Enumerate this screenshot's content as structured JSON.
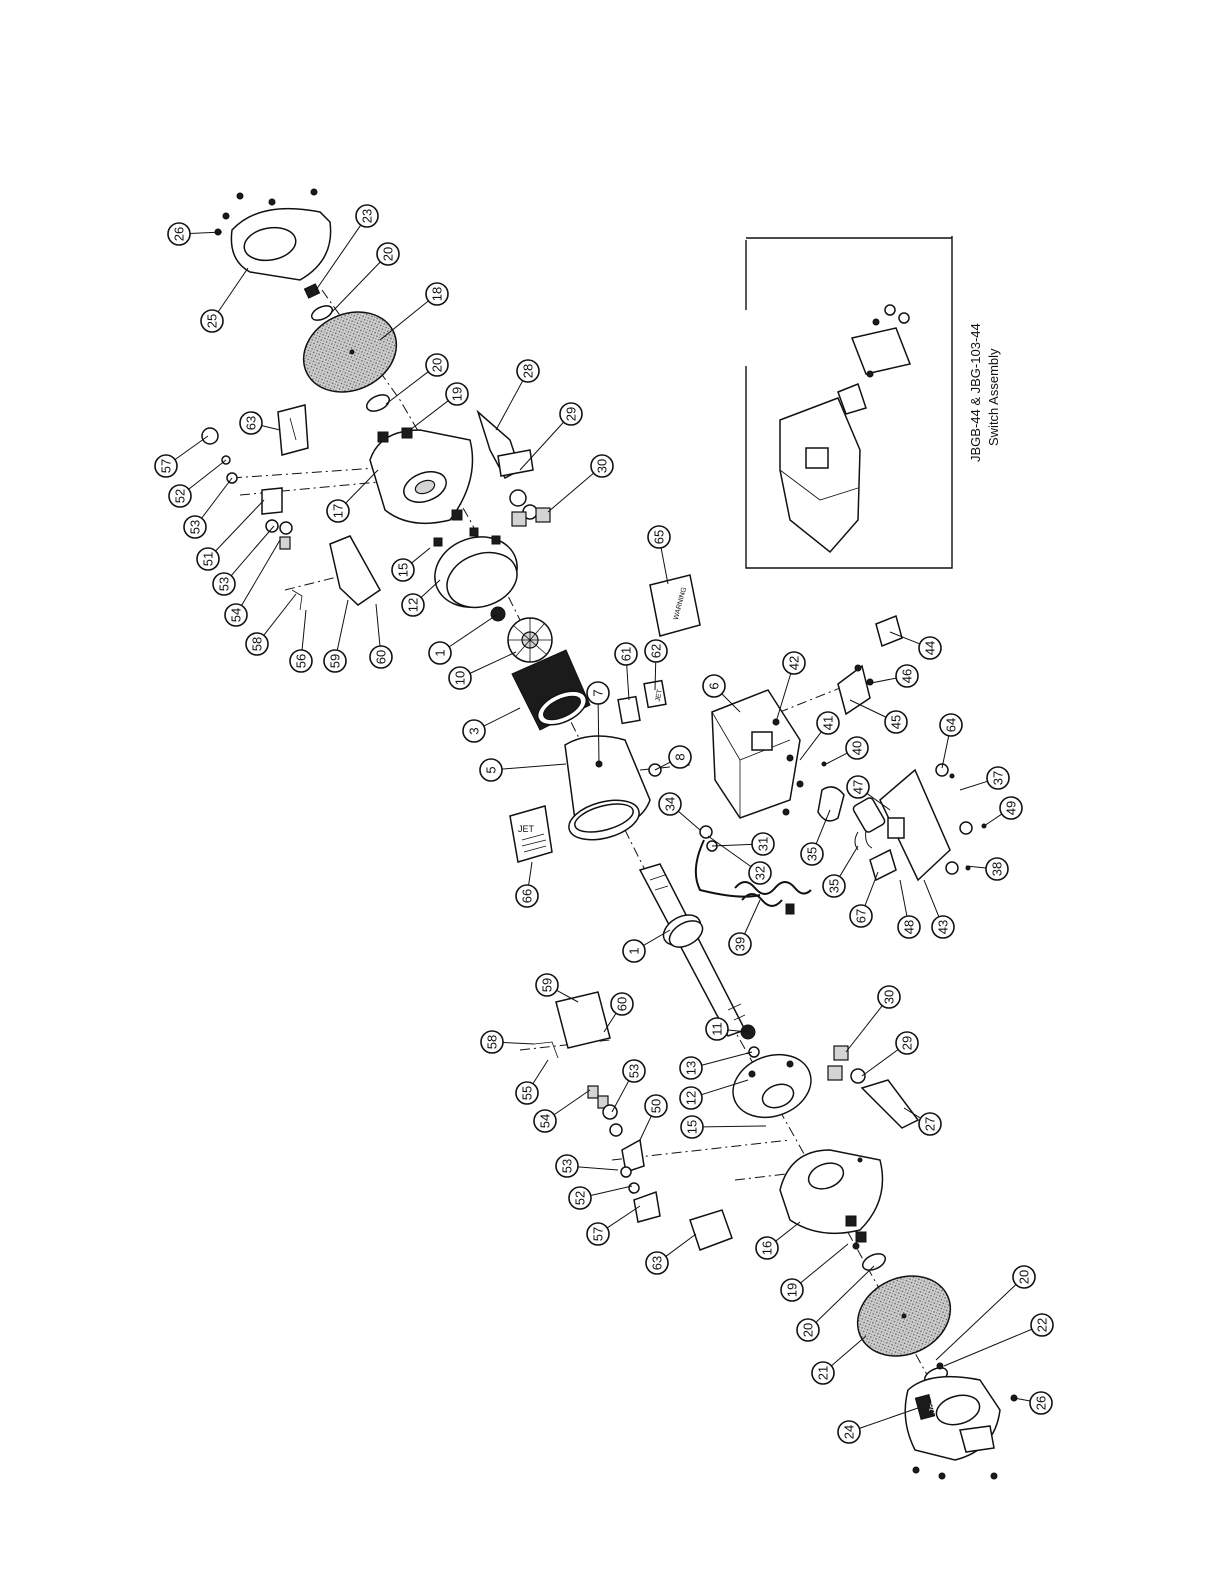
{
  "inset": {
    "caption_line1": "JBGB-44  &  JBG-103-44",
    "caption_line2": "Switch Assembly",
    "labels": [
      {
        "id": "44",
        "text": "44"
      },
      {
        "id": "45",
        "text": "45"
      },
      {
        "id": "46",
        "text": "46"
      },
      {
        "id": "6",
        "text": "6"
      }
    ]
  },
  "callouts": [
    "26",
    "25",
    "23",
    "20",
    "18",
    "20",
    "19",
    "28",
    "29",
    "30",
    "57",
    "63",
    "52",
    "53",
    "17",
    "51",
    "53",
    "15",
    "54",
    "12",
    "58",
    "56",
    "59",
    "60",
    "1",
    "10",
    "3",
    "5",
    "7",
    "6",
    "61",
    "62",
    "65",
    "42",
    "41",
    "40",
    "8",
    "66",
    "34",
    "31",
    "32",
    "1",
    "39",
    "35",
    "35",
    "67",
    "47",
    "64",
    "37",
    "49",
    "38",
    "48",
    "43",
    "44",
    "46",
    "45",
    "59",
    "60",
    "58",
    "55",
    "54",
    "53",
    "50",
    "53",
    "52",
    "57",
    "11",
    "13",
    "12",
    "15",
    "30",
    "29",
    "27",
    "16",
    "63",
    "19",
    "20",
    "21",
    "20",
    "22",
    "26",
    "24"
  ],
  "labels_text": {
    "warning_decal": "WARNING",
    "brand_logo": "JET"
  }
}
